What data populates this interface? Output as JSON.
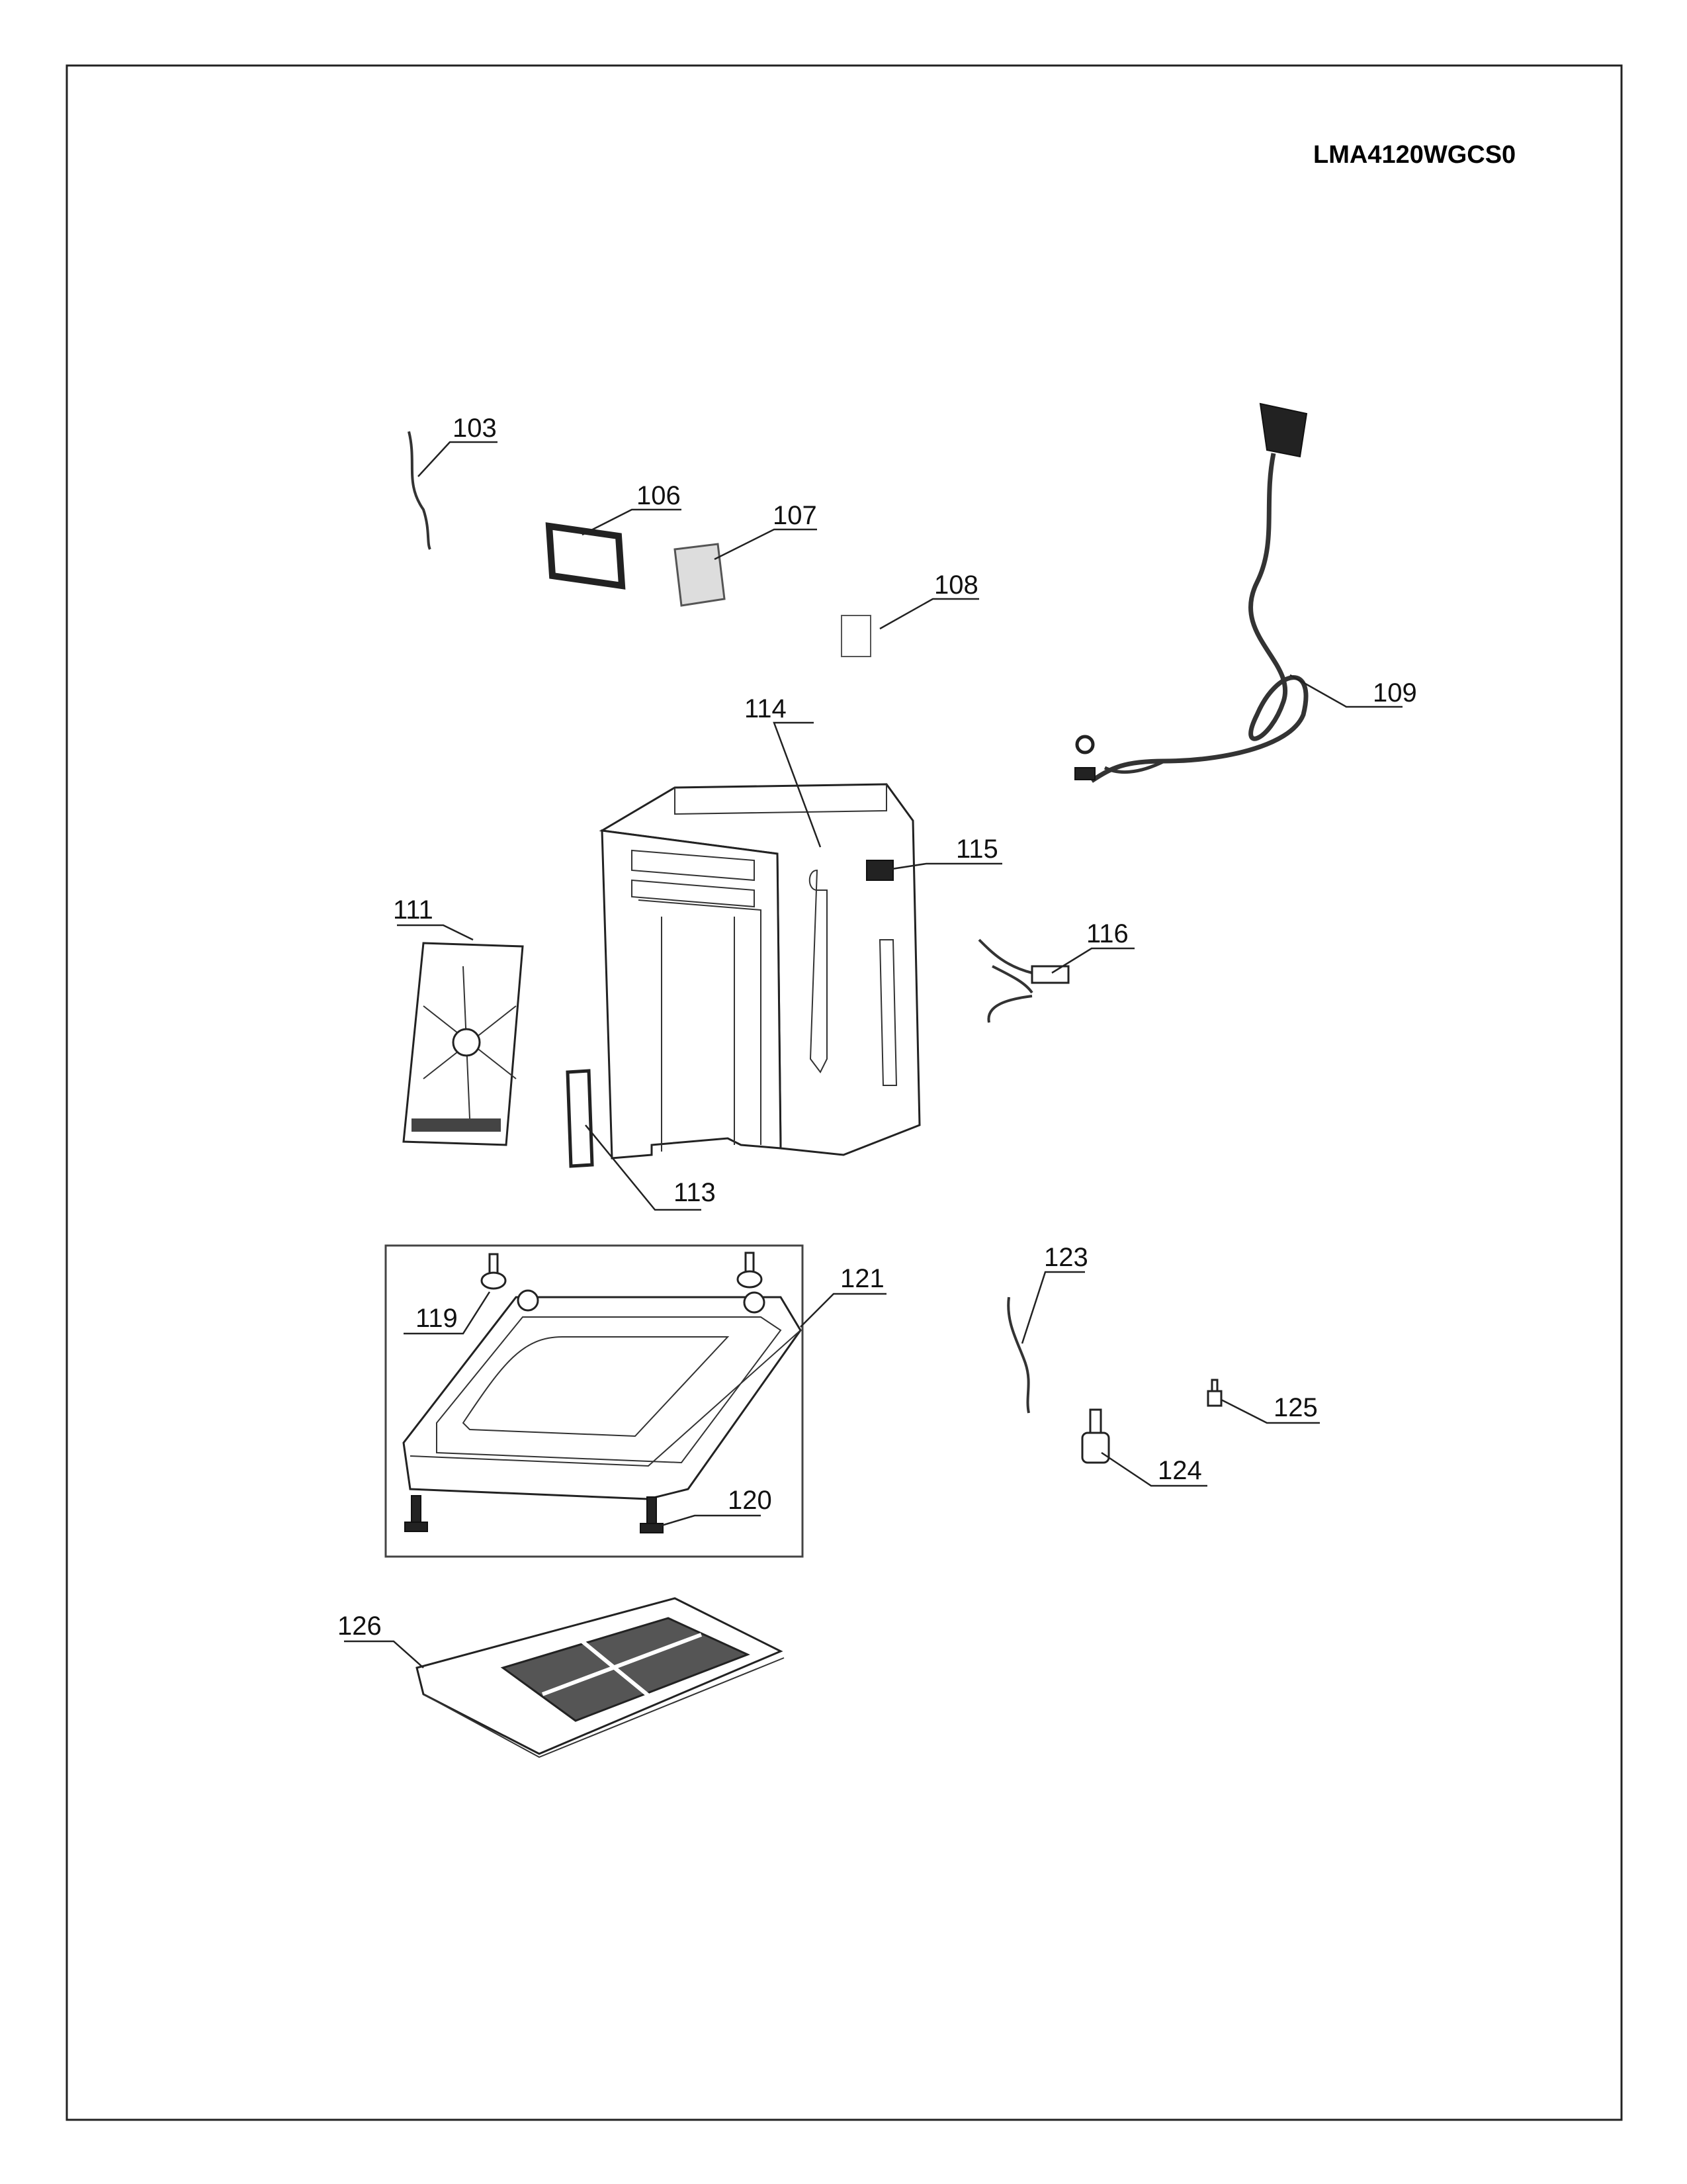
{
  "model_number": "LMA4120WGCS0",
  "callouts": {
    "p103": "103",
    "p106": "106",
    "p107": "107",
    "p108": "108",
    "p109": "109",
    "p111": "111",
    "p113": "113",
    "p114": "114",
    "p115": "115",
    "p116": "116",
    "p119": "119",
    "p120": "120",
    "p121": "121",
    "p123": "123",
    "p124": "124",
    "p125": "125",
    "p126": "126"
  }
}
